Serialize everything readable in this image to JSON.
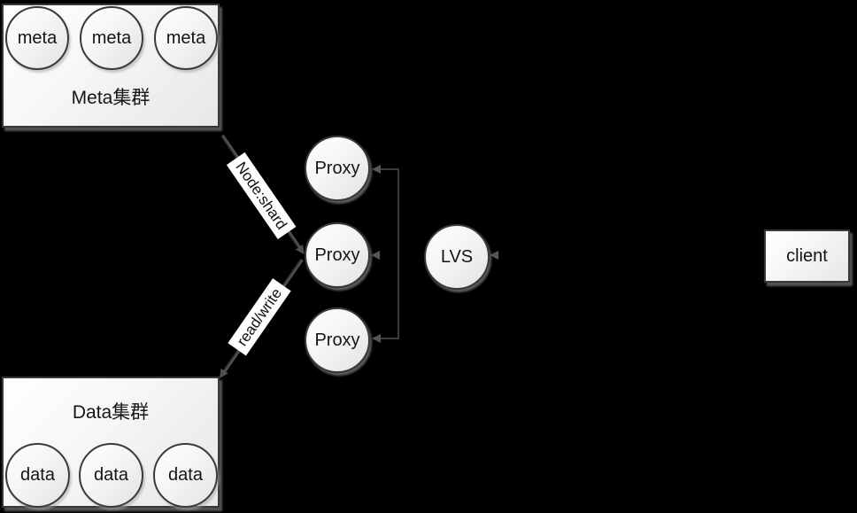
{
  "diagram": {
    "meta_cluster": {
      "title": "Meta集群",
      "nodes": [
        "meta",
        "meta",
        "meta"
      ]
    },
    "data_cluster": {
      "title": "Data集群",
      "nodes": [
        "data",
        "data",
        "data"
      ]
    },
    "proxy_nodes": [
      "Proxy",
      "Proxy",
      "Proxy"
    ],
    "lvs_label": "LVS",
    "client_label": "client",
    "edge_labels": {
      "meta_to_proxy": "Node:shard",
      "proxy_to_data": "read/write"
    }
  },
  "colors": {
    "background": "#000000",
    "node_fill_light": "#ffffff",
    "node_fill_dark": "#e7e7e7",
    "node_border": "#3a3a3a",
    "connector": "#3d3d3d",
    "arrowhead": "#565656",
    "label_bg": "#ffffff",
    "text": "#141414"
  }
}
